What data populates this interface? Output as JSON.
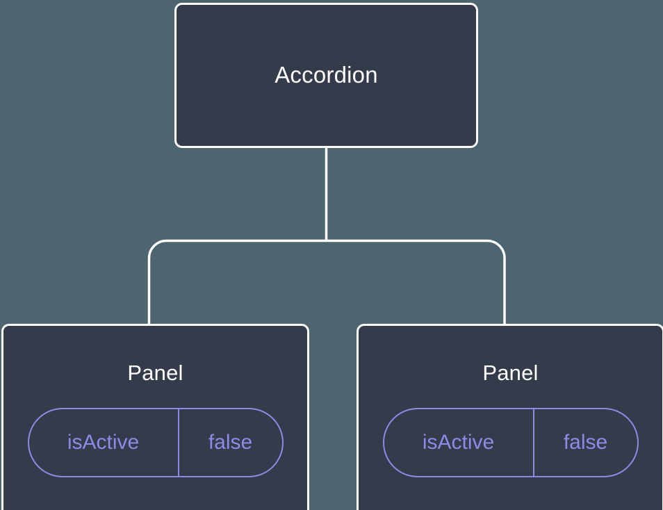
{
  "diagram": {
    "type": "component-tree",
    "background_color": "#4c6571",
    "node_fill_color": "#343b4a",
    "node_border_color": "#ffffff",
    "edge_color": "#ffffff",
    "prop_accent_color": "#8b8ce8",
    "root": {
      "label": "Accordion"
    },
    "children": [
      {
        "label": "Panel",
        "props": [
          {
            "key": "isActive",
            "value": "false"
          }
        ]
      },
      {
        "label": "Panel",
        "props": [
          {
            "key": "isActive",
            "value": "false"
          }
        ]
      }
    ]
  }
}
